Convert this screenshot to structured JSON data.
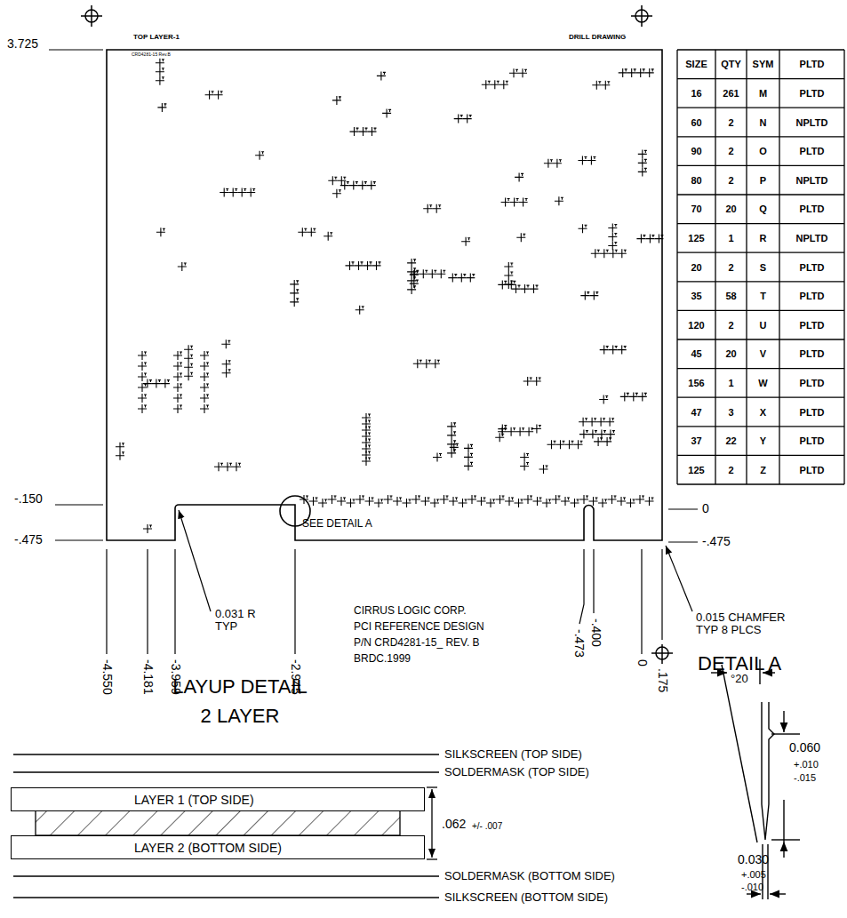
{
  "diagram": {
    "nodes": [
      {
        "text": [
          "LAYER 1 (TOP SIDE)"
        ]
      },
      {
        "text": [
          "LAYER 2 (BOTTOM SIDE)"
        ]
      }
    ],
    "labels": [
      "TOP LAYER-1",
      "CRD4281-15 Rev.B",
      "DRILL DRAWING",
      "3.725",
      "-.150",
      "-.475",
      "0",
      "-.475",
      "0.031 R TYP",
      "SEE DETAIL A",
      "0.015 CHAMFER TYP 8 PLCS",
      "-4.550",
      "-4.181",
      "-3.959",
      "-2.945",
      "-.473",
      "-.400",
      "0",
      ".175",
      "CIRRUS LOGIC CORP.",
      "PCI REFERENCE DESIGN",
      "P/N CRD4281-15_ REV. B",
      "BRDC.1999",
      "LAYUP DETAIL",
      "2 LAYER",
      "DETAIL A",
      "°20",
      "0.060",
      "+.010",
      "-.015",
      "0.030",
      "+.005",
      "-.010",
      ".062",
      "+/- .007",
      "SILKSCREEN (TOP SIDE)",
      "SOLDERMASK (TOP SIDE)",
      "SOLDERMASK (BOTTOM SIDE)",
      "SILKSCREEN (BOTTOM SIDE)",
      "SIZE",
      "QTY",
      "SYM",
      "PLTD",
      "16",
      "261",
      "M",
      "PLTD",
      "60",
      "2",
      "N",
      "NPLTD",
      "90",
      "2",
      "O",
      "PLTD",
      "80",
      "2",
      "P",
      "NPLTD",
      "70",
      "20",
      "Q",
      "PLTD",
      "125",
      "1",
      "R",
      "NPLTD",
      "20",
      "2",
      "S",
      "PLTD",
      "35",
      "58",
      "T",
      "PLTD",
      "120",
      "2",
      "U",
      "PLTD",
      "45",
      "20",
      "V",
      "PLTD",
      "156",
      "1",
      "W",
      "PLTD",
      "47",
      "3",
      "X",
      "PLTD",
      "37",
      "22",
      "Y",
      "PLTD",
      "125",
      "2",
      "Z",
      "PLTD"
    ]
  }
}
